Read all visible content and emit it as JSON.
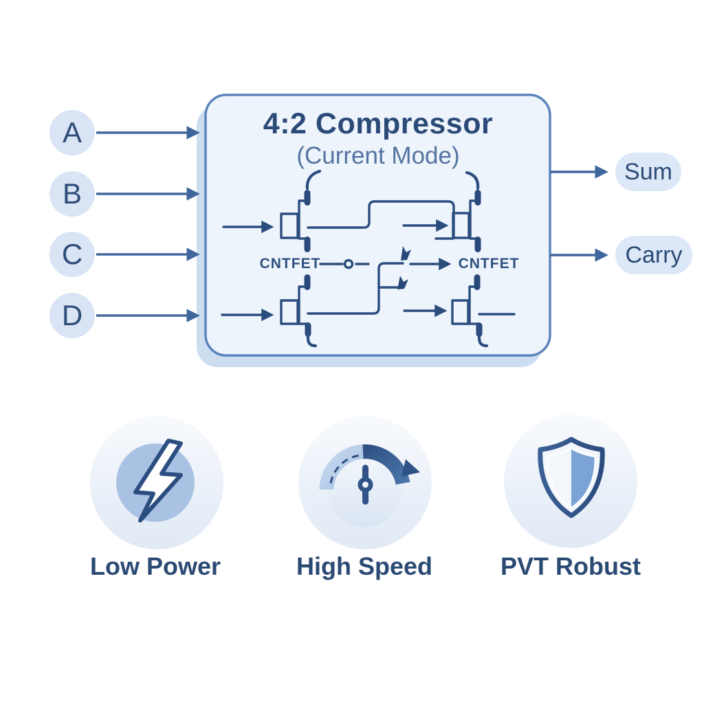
{
  "block": {
    "title": "4:2 Compressor",
    "subtitle": "(Current Mode)",
    "left_fet_label": "CNTFET",
    "right_fet_label": "CNTFET"
  },
  "inputs": [
    {
      "label": "A"
    },
    {
      "label": "B"
    },
    {
      "label": "C"
    },
    {
      "label": "D"
    }
  ],
  "outputs": [
    {
      "label": "Sum"
    },
    {
      "label": "Carry"
    }
  ],
  "features": [
    {
      "icon": "lightning-bolt-icon",
      "label": "Low Power"
    },
    {
      "icon": "speedometer-icon",
      "label": "High Speed"
    },
    {
      "icon": "shield-icon",
      "label": "PVT Robust"
    }
  ],
  "colors": {
    "title_text": "#2b4a78",
    "subtitle_text": "#54739f",
    "circuit_line": "#2b4d7e",
    "arrow": "#40679d",
    "node_fill": "#d9e4f4",
    "pill_fill": "#dce8f7",
    "box_fill": "#eef4fc",
    "box_border": "#5b84bd",
    "box_shadow": "#cdddf0",
    "icon_inner_circle": "#a9c2e3",
    "gauge_dark": "#3a5f94",
    "gauge_light": "#b3c9e6",
    "shield_blue": "#7ca3d6"
  }
}
